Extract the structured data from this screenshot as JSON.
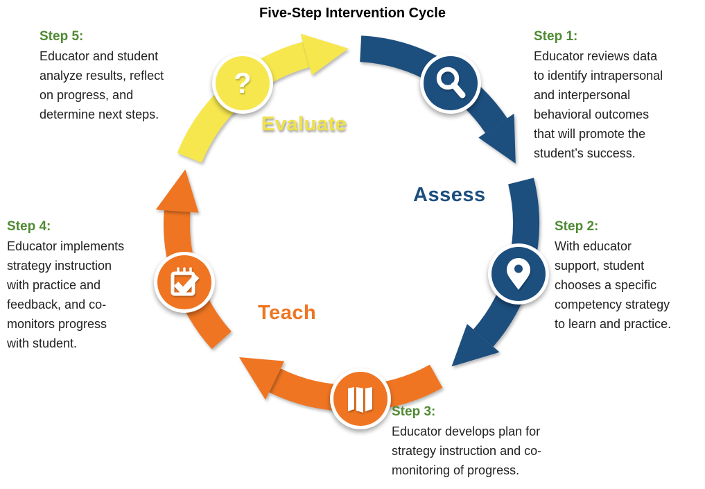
{
  "title": "Five-Step Intervention Cycle",
  "colors": {
    "assess": "#1C4E7E",
    "teach": "#EF7522",
    "evaluate": "#F6E74E",
    "evaluate_text": "#EFE24B",
    "step_heading": "#4F8A32",
    "body_text": "#212121",
    "title_text": "#000000"
  },
  "phases": [
    {
      "label": "Evaluate"
    },
    {
      "label": "Assess"
    },
    {
      "label": "Teach"
    }
  ],
  "glyphs": {
    "question": "?"
  },
  "steps": [
    {
      "heading": "Step 1:",
      "icon": "magnifier-icon",
      "body_lines": [
        "Educator reviews data",
        "to identify intrapersonal",
        "and interpersonal",
        "behavioral outcomes",
        "that will promote the",
        "student’s success."
      ]
    },
    {
      "heading": "Step 2:",
      "icon": "pin-icon",
      "body_lines": [
        "With educator",
        "support, student",
        "chooses a specific",
        "competency strategy",
        "to learn and practice."
      ]
    },
    {
      "heading": "Step 3:",
      "icon": "map-icon",
      "body_lines": [
        "Educator develops plan for",
        "strategy instruction and co-",
        "monitoring of progress."
      ]
    },
    {
      "heading": "Step 4:",
      "icon": "calendar-check-icon",
      "body_lines": [
        "Educator implements",
        "strategy instruction",
        "with practice and",
        "feedback, and co-",
        "monitors progress",
        "with student."
      ]
    },
    {
      "heading": "Step 5:",
      "icon": "question-icon",
      "body_lines": [
        "Educator and student",
        "analyze results, reflect",
        "on progress, and",
        "determine next steps."
      ]
    }
  ]
}
